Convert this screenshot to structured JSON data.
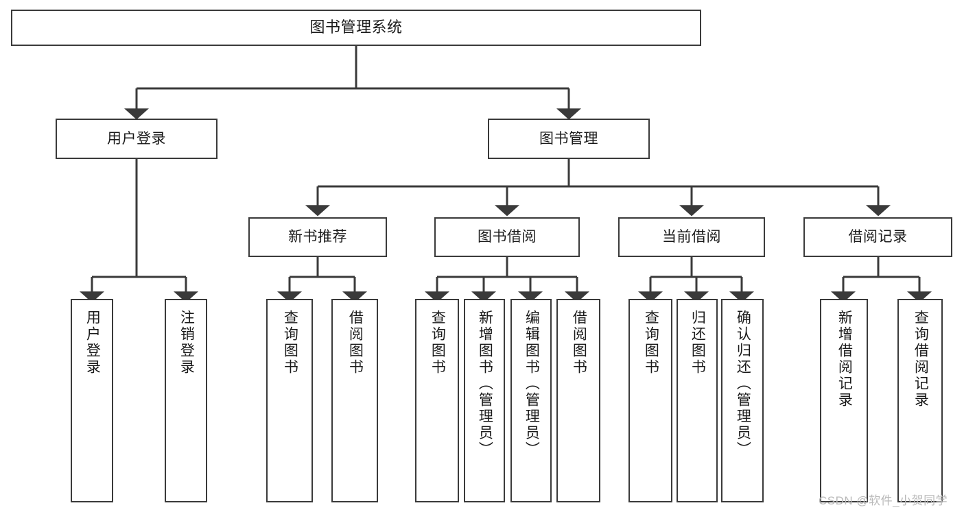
{
  "diagram": {
    "type": "tree-hierarchy-chart",
    "title": "图书管理系统",
    "root": {
      "label": "图书管理系统"
    },
    "level2": [
      {
        "id": "user-login",
        "label": "用户登录"
      },
      {
        "id": "book-management",
        "label": "图书管理"
      }
    ],
    "level3": [
      {
        "id": "new-book-recommend",
        "label": "新书推荐"
      },
      {
        "id": "book-borrow",
        "label": "图书借阅"
      },
      {
        "id": "current-borrow",
        "label": "当前借阅"
      },
      {
        "id": "borrow-record",
        "label": "借阅记录"
      }
    ],
    "leaves": {
      "user_login": [
        {
          "id": "leaf-user-login",
          "label": "用户登录"
        },
        {
          "id": "leaf-logout-login",
          "label": "注销登录"
        }
      ],
      "new_book_recommend": [
        {
          "id": "leaf-query-book-1",
          "label": "查询图书"
        },
        {
          "id": "leaf-borrow-book-1",
          "label": "借阅图书"
        }
      ],
      "book_borrow": [
        {
          "id": "leaf-query-book-2",
          "label": "查询图书"
        },
        {
          "id": "leaf-add-book",
          "label": "新增图书（管理员）"
        },
        {
          "id": "leaf-edit-book",
          "label": "编辑图书（管理员）"
        },
        {
          "id": "leaf-borrow-book-2",
          "label": "借阅图书"
        }
      ],
      "current_borrow": [
        {
          "id": "leaf-query-book-3",
          "label": "查询图书"
        },
        {
          "id": "leaf-return-book",
          "label": "归还图书"
        },
        {
          "id": "leaf-confirm-return",
          "label": "确认归还（管理员）"
        }
      ],
      "borrow_record": [
        {
          "id": "leaf-add-borrow-record",
          "label": "新增借阅记录"
        },
        {
          "id": "leaf-query-borrow-record",
          "label": "查询借阅记录"
        }
      ]
    },
    "colors": {
      "border": "#3a3a3a",
      "text": "#1a1a1a",
      "background": "#ffffff",
      "watermark": "#b9b9b9"
    }
  },
  "watermark": {
    "text": "CSDN @软件_小贺同学"
  }
}
